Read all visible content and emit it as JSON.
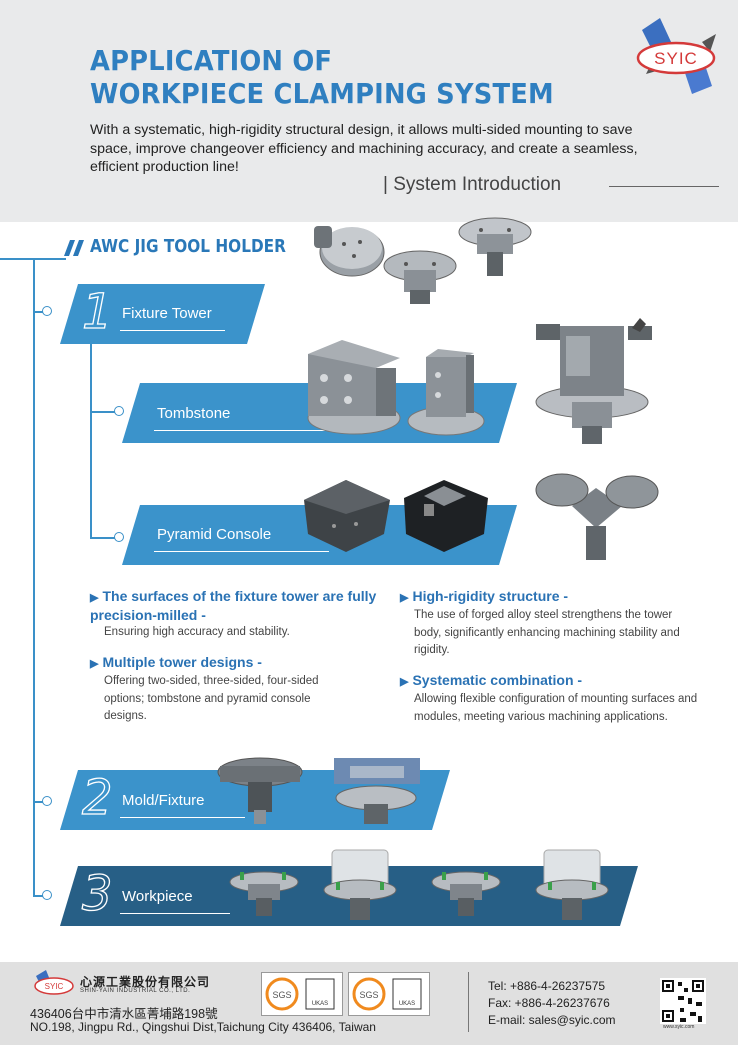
{
  "header": {
    "title_line1": "APPLICATION OF",
    "title_line2": "WORKPIECE CLAMPING SYSTEM",
    "intro": "With a systematic, high-rigidity structural design, it allows multi-sided mounting to save space, improve changeover efficiency and machining accuracy, and create a seamless, efficient production line!",
    "system_intro": "| System Introduction",
    "logo_text": "SYIC"
  },
  "section": {
    "title": "AWC JIG TOOL HOLDER"
  },
  "bands": {
    "b1": {
      "num": "1",
      "label": "Fixture Tower"
    },
    "tombstone": {
      "label": "Tombstone"
    },
    "pyramid": {
      "label": "Pyramid Console"
    },
    "b2": {
      "num": "2",
      "label": "Mold/Fixture"
    },
    "b3": {
      "num": "3",
      "label": "Workpiece"
    }
  },
  "features": {
    "f1": {
      "title": "The surfaces of the fixture tower are fully precision-milled -",
      "desc": "Ensuring high accuracy and stability."
    },
    "f2": {
      "title": "Multiple tower designs -",
      "desc": "Offering two-sided, three-sided, four-sided options; tombstone and pyramid console designs."
    },
    "f3": {
      "title": "High-rigidity structure -",
      "desc": "The use of forged alloy steel strengthens the tower body, significantly enhancing machining stability and rigidity."
    },
    "f4": {
      "title": "Systematic combination -",
      "desc": "Allowing flexible configuration of mounting surfaces and modules, meeting various machining applications."
    }
  },
  "footer": {
    "company_cn": "心源工業股份有限公司",
    "company_en": "SHIN-YAIN INDUSTRIAL CO., LTD.",
    "address_cn": "436406台中市清水區菁埔路198號",
    "address_en": "NO.198, Jingpu Rd., Qingshui Dist,Taichung City 436406, Taiwan",
    "tel": "Tel: +886-4-26237575",
    "fax": "Fax: +886-4-26237676",
    "email": "E-mail: sales@syic.com",
    "cert1": "SGS",
    "cert2": "SGS",
    "ukas": "UKAS",
    "qr_url": "www.syic.com"
  },
  "colors": {
    "accent": "#2f7fc0",
    "band": "#3b93cb",
    "band_dark": "#275f86"
  }
}
